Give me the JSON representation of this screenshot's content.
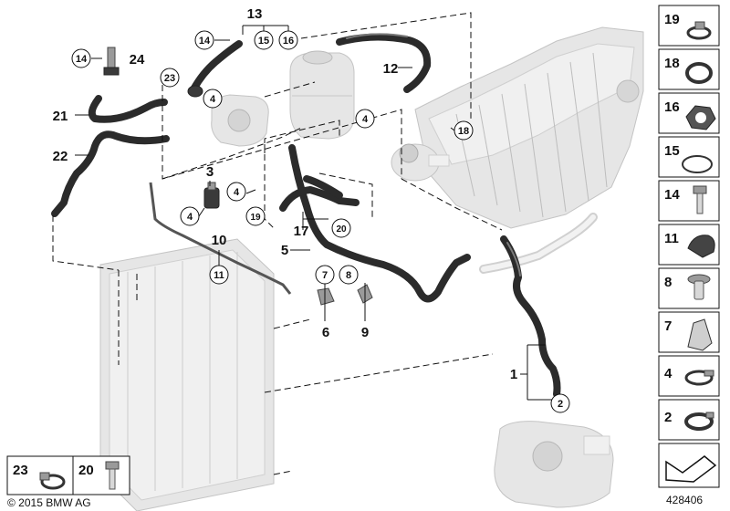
{
  "diagram_id": "428406",
  "copyright": "© 2015 BMW AG",
  "callouts": {
    "c13": "13",
    "c14a": "14",
    "c15": "15",
    "c16": "16",
    "c14b": "14",
    "c24": "24",
    "c23": "23",
    "c4a": "4",
    "c12": "12",
    "c21": "21",
    "c22": "22",
    "c4b": "4",
    "c18": "18",
    "c3": "3",
    "c4c": "4",
    "c4d": "4",
    "c19": "19",
    "c17": "17",
    "c20": "20",
    "c10": "10",
    "c11": "11",
    "c5": "5",
    "c7": "7",
    "c8": "8",
    "c6": "6",
    "c9": "9",
    "c1": "1",
    "c2": "2"
  },
  "side_panel": [
    "19",
    "18",
    "16",
    "15",
    "14",
    "11",
    "8",
    "7",
    "4",
    "2"
  ],
  "bottom_panel": [
    "23",
    "20"
  ],
  "colors": {
    "hose": "#2b2b2b",
    "ghost": "#e6e6e6",
    "line": "#111111"
  }
}
